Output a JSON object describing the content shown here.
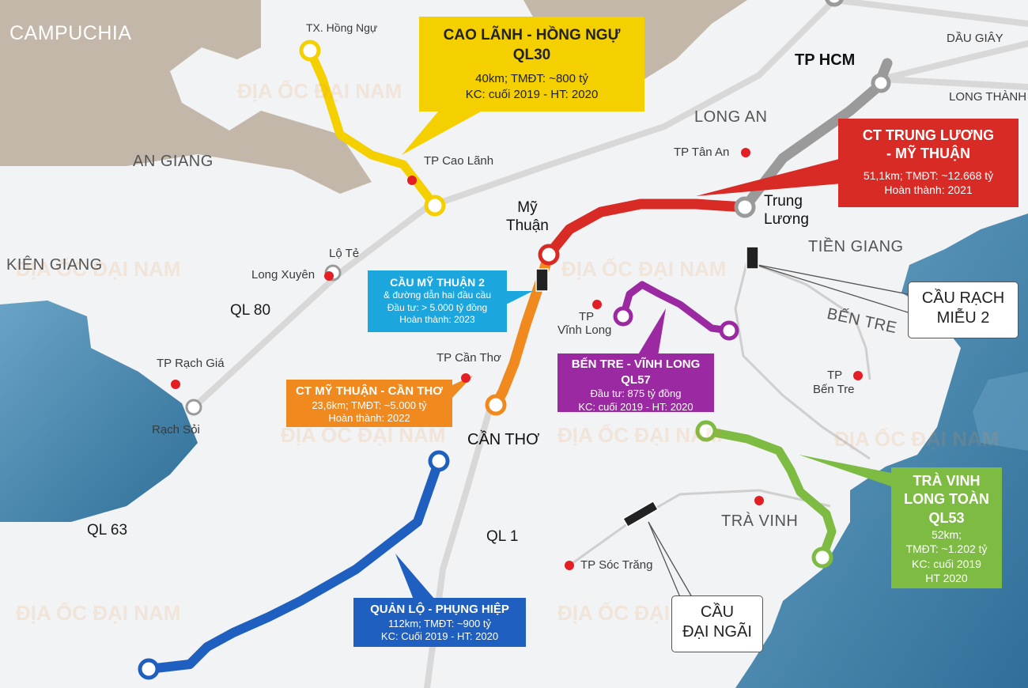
{
  "regions": {
    "campuchia": "CAMPUCHIA",
    "an_giang": "AN GIANG",
    "kien_giang": "KIÊN GIANG",
    "long_an": "LONG AN",
    "tien_giang": "TIỀN GIANG",
    "ben_tre": "BẾN TRE",
    "tra_vinh": "TRÀ VINH"
  },
  "roads": {
    "ql80": "QL 80",
    "ql63": "QL 63",
    "ql1": "QL 1"
  },
  "places": {
    "hong_ngu": "TX. Hồng Ngự",
    "cao_lanh": "TP Cao Lãnh",
    "lo_te": "Lộ Tẻ",
    "long_xuyen": "Long Xuyên",
    "rach_gia": "TP Rạch Giá",
    "rach_soi": "Rạch Sỏi",
    "can_tho_city": "TP Cần Thơ",
    "vinh_long_1": "TP",
    "vinh_long_2": "Vĩnh Long",
    "tan_an": "TP Tân An",
    "ben_tre_1": "TP",
    "ben_tre_2": "Bến Tre",
    "soc_trang": "TP Sóc Trăng",
    "dau_giay": "DẦU GIÂY",
    "long_thanh": "LONG THÀNH"
  },
  "cities": {
    "tp_hcm": "TP HCM",
    "my_thuan_1": "Mỹ",
    "my_thuan_2": "Thuận",
    "trung_luong_1": "Trung",
    "trung_luong_2": "Lương",
    "can_tho": "CẦN THƠ"
  },
  "callouts": {
    "cao_lanh": {
      "title1": "CAO LÃNH - HỒNG NGỰ",
      "title2": "QL30",
      "line1": "40km; TMĐT: ~800 tỷ",
      "line2": "KC: cuối 2019 - HT: 2020"
    },
    "trung_luong": {
      "title1": "CT TRUNG LƯƠNG",
      "title2": "- MỸ THUẬN",
      "line1": "51,1km; TMĐT: ~12.668 tỷ",
      "line2": "Hoàn thành: 2021"
    },
    "my_thuan_bridge": {
      "title": "CẦU MỸ THUẬN 2",
      "line1": "& đường dẫn hai đầu cầu",
      "line2": "Đầu tư: > 5.000 tỷ đồng",
      "line3": "Hoàn thành: 2023"
    },
    "my_thuan_can_tho": {
      "title": "CT MỸ THUẬN - CẦN THƠ",
      "line1": "23,6km; TMĐT: ~5.000 tỷ",
      "line2": "Hoàn thành: 2022"
    },
    "ben_tre_vinh_long": {
      "title1": "BẾN TRE - VĨNH LONG",
      "title2": "QL57",
      "line1": "Đầu tư: 875 tỷ đồng",
      "line2": "KC: cuối 2019 - HT: 2020"
    },
    "tra_vinh": {
      "title1": "TRÀ VINH",
      "title2": "LONG TOÀN",
      "title3": "QL53",
      "line1": "52km;",
      "line2": "TMĐT: ~1.202 tỷ",
      "line3": "KC: cuối 2019",
      "line4": "HT 2020"
    },
    "quan_lo": {
      "title": "QUẢN LỘ - PHỤNG HIỆP",
      "line1": "112km; TMĐT: ~900 tỷ",
      "line2": "KC: Cuối 2019 - HT: 2020"
    }
  },
  "bridges": {
    "rach_mieu_1": "CẦU RẠCH",
    "rach_mieu_2": "MIỄU 2",
    "dai_ngai_1": "CẦU",
    "dai_ngai_2": "ĐẠI NGÃI"
  },
  "watermark": {
    "text": "ĐỊA ỐC ĐẠI NAM"
  },
  "colors": {
    "yellow": "#f5d000",
    "red": "#d92b26",
    "orange": "#f08a1e",
    "cyan": "#1ba6de",
    "purple": "#9b2aa2",
    "green": "#7dbb42",
    "blue": "#1f5fbf",
    "gray": "#9a9a9a",
    "water": "#3d7fa8",
    "cambodia": "#c2b7a9",
    "dot": "#e31e24"
  }
}
